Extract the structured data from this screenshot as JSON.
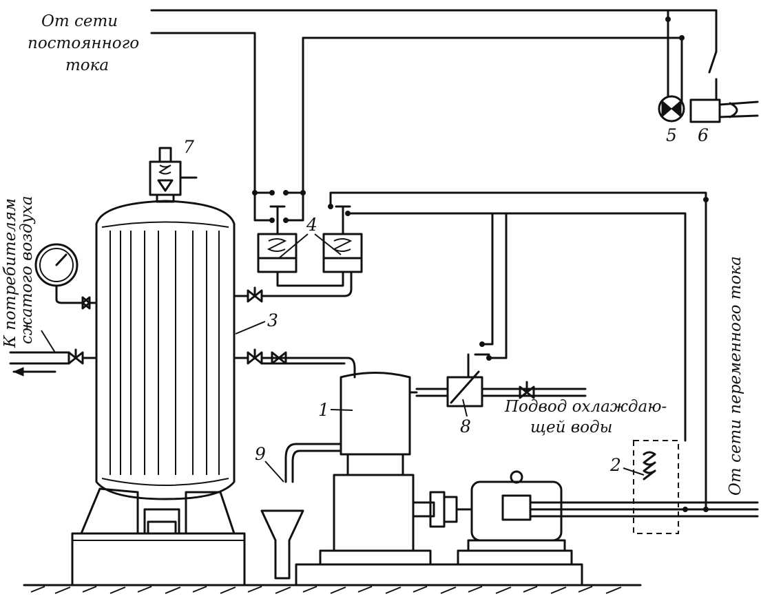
{
  "labels": {
    "dc_supply": [
      "От сети",
      "постоянного",
      "тока"
    ],
    "ac_supply": "От сети переменного тока",
    "consumers": [
      "К потребителям",
      "сжатого воздуха"
    ],
    "cooling_water": [
      "Подвод охлаждаю-",
      "щей воды"
    ]
  },
  "callouts": {
    "compressor": "1",
    "starter": "2",
    "receiver": "3",
    "pressure_switches": "4",
    "lamp": "5",
    "horn": "6",
    "safety_valve": "7",
    "water_valve": "8",
    "drain": "9"
  }
}
